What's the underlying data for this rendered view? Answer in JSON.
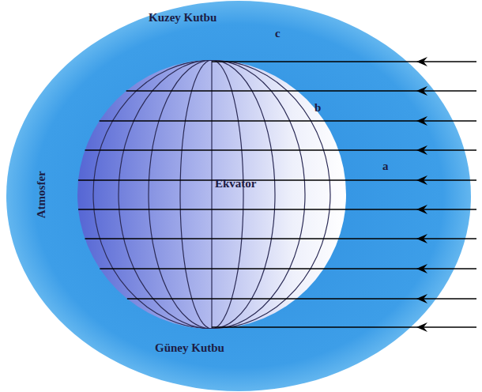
{
  "diagram": {
    "labels": [
      "Kuzey Kutbu",
      "c",
      "b",
      "a",
      "Ekvator",
      "Atmosfer",
      "Güney Kutbu"
    ]
  }
}
